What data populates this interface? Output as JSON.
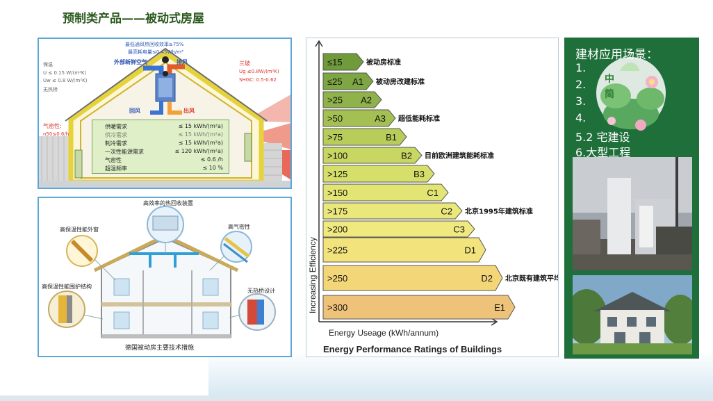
{
  "slide": {
    "title": "预制类产品——被动式房屋"
  },
  "passive_house_diagram": {
    "top_label_1": "最低通风热回收效率≥75%",
    "top_label_2": "最高耗电量≤0.45Wh/m³",
    "fresh_air": "外部新鲜空气",
    "exhaust": "排风",
    "return_air": "回风",
    "supply_air": "出风",
    "insulation_title": "保温",
    "u_wall": "U ≤ 0.15 W/(m²K)",
    "u_window": "Uw ≤ 0.8 W/(m²K)",
    "no_thermal_bridge": "无热桥",
    "glazing_title": "三玻",
    "ug": "Ug ≤0.8W/(m²K)",
    "shgc": "SHGC: 0.5-0.62",
    "airtight_title": "气密性:",
    "n50": "n50≤0.6/h",
    "specs": [
      {
        "label": "供暖需求",
        "value": "≤  15 kWh/(m²a)"
      },
      {
        "label": "供冷需求",
        "value": "≤  15 kWh/(m²a)"
      },
      {
        "label": "制冷需求",
        "value": "≤  15 kWh/(m²a)"
      },
      {
        "label": "一次性能源需求",
        "value": "≤ 120 kWh/(m²a)"
      },
      {
        "label": "气密性",
        "value": "≤ 0.6 /h"
      },
      {
        "label": "超温频率",
        "value": "≤ 10 %"
      }
    ]
  },
  "technical_measures": {
    "heat_recovery": "高效率的热回收装置",
    "envelope_windows": "高保温性能外窗",
    "airtight": "高气密性",
    "envelope_structure": "高保温性能围护结构",
    "no_thermal_bridge": "无热桥设计",
    "caption": "德国被动房主要技术措施"
  },
  "energy_chart": {
    "y_axis_label": "Increasing Efficiency",
    "x_axis_label": "Energy Useage (kWh/annum)",
    "title": "Energy Performance Ratings of Buildings"
  },
  "chart_data": {
    "type": "bar",
    "title": "Energy Performance Ratings of Buildings",
    "xlabel": "Energy Useage (kWh/annum)",
    "ylabel": "Increasing Efficiency",
    "categories": [
      {
        "range": "≤15",
        "grade": "",
        "color": "#6f9b3a",
        "note": "被动房标准"
      },
      {
        "range": "≤25",
        "grade": "A1",
        "color": "#7ea642",
        "note": "被动房改建标准"
      },
      {
        "range": ">25",
        "grade": "A2",
        "color": "#8fb24a",
        "note": ""
      },
      {
        "range": ">50",
        "grade": "A3",
        "color": "#a4c052",
        "note": "超低能耗标准"
      },
      {
        "range": ">75",
        "grade": "B1",
        "color": "#b8cc5a",
        "note": ""
      },
      {
        "range": ">100",
        "grade": "B2",
        "color": "#c8d662",
        "note": "目前欧洲建筑能耗标准"
      },
      {
        "range": ">125",
        "grade": "B3",
        "color": "#d6df6a",
        "note": ""
      },
      {
        "range": ">150",
        "grade": "C1",
        "color": "#e2e574",
        "note": ""
      },
      {
        "range": ">175",
        "grade": "C2",
        "color": "#eae87a",
        "note": "北京1995年建筑标准"
      },
      {
        "range": ">200",
        "grade": "C3",
        "color": "#f0e980",
        "note": ""
      },
      {
        "range": ">225",
        "grade": "D1",
        "color": "#f2e37c",
        "note": ""
      },
      {
        "range": ">250",
        "grade": "D2",
        "color": "#f3d678",
        "note": "北京既有建筑平均能耗"
      },
      {
        "range": ">300",
        "grade": "E1",
        "color": "#efc27a",
        "note": ""
      }
    ]
  },
  "scenarios": {
    "title": "建材应用场景：",
    "items": [
      "1.",
      "2.",
      "3.",
      "4.",
      "5.2    宅建设",
      "6.大型工程"
    ],
    "watermark": [
      "中",
      "简"
    ]
  },
  "colors": {
    "title_green": "#2a5a1c",
    "panel_green": "#1f6f3a",
    "frame_blue": "#5aa7d8",
    "red_text": "#d9342b"
  }
}
